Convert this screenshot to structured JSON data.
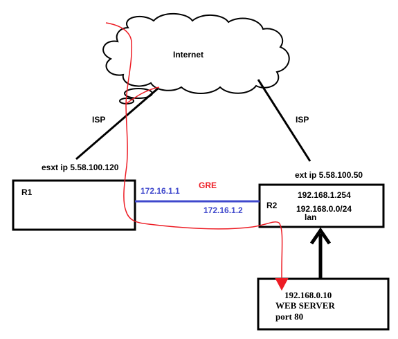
{
  "cloud": {
    "label": "Internet"
  },
  "links": {
    "isp_left": "ISP",
    "isp_right": "ISP"
  },
  "r1": {
    "name": "R1",
    "ext_ip": "esxt ip 5.58.100.120",
    "tunnel_ip": "172.16.1.1"
  },
  "r2": {
    "name": "R2",
    "ext_ip": "ext ip 5.58.100.50",
    "lan_gw": "192.168.1.254",
    "lan_net": "192.168.0.0/24",
    "lan_label": "lan",
    "tunnel_ip": "172.16.1.2"
  },
  "tunnel": {
    "label": "GRE"
  },
  "server": {
    "ip": "192.168.0.10",
    "name": "WEB SERVER",
    "port": "port 80"
  },
  "colors": {
    "tunnel": "#3f48cc",
    "traffic_path": "#ed1c24",
    "outline": "#000000"
  }
}
